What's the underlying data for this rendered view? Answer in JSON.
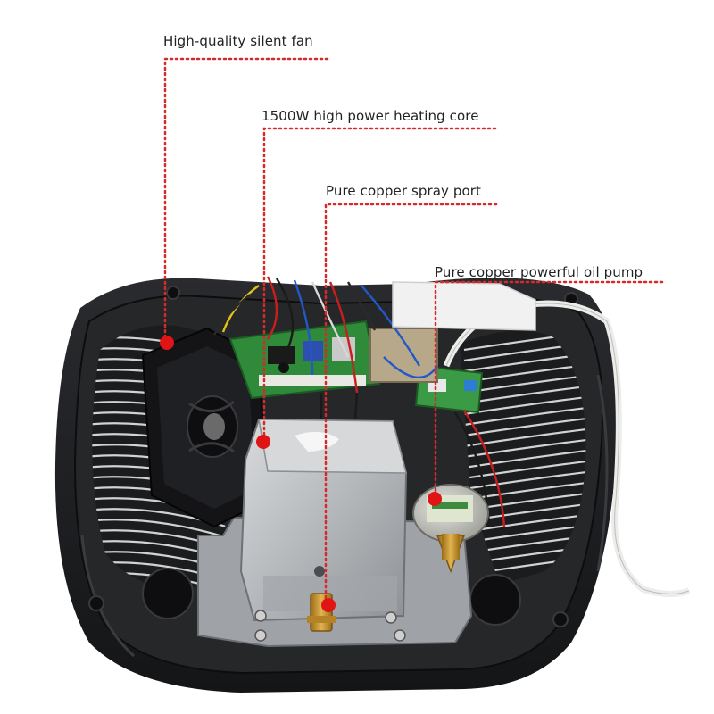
{
  "annotations": [
    {
      "id": "fan",
      "label": "High-quality silent fan"
    },
    {
      "id": "heating-core",
      "label": "1500W high power heating core"
    },
    {
      "id": "spray-port",
      "label": "Pure copper spray port"
    },
    {
      "id": "oil-pump",
      "label": "Pure copper powerful oil pump"
    }
  ],
  "colors": {
    "leader_line": "#d42a2a",
    "marker": "#e01414",
    "housing": "#1e1f22",
    "grille": "#d8d8d8",
    "pcb": "#2f8a3a",
    "steel_box": "#bfc2c5",
    "brass": "#c8962e"
  }
}
